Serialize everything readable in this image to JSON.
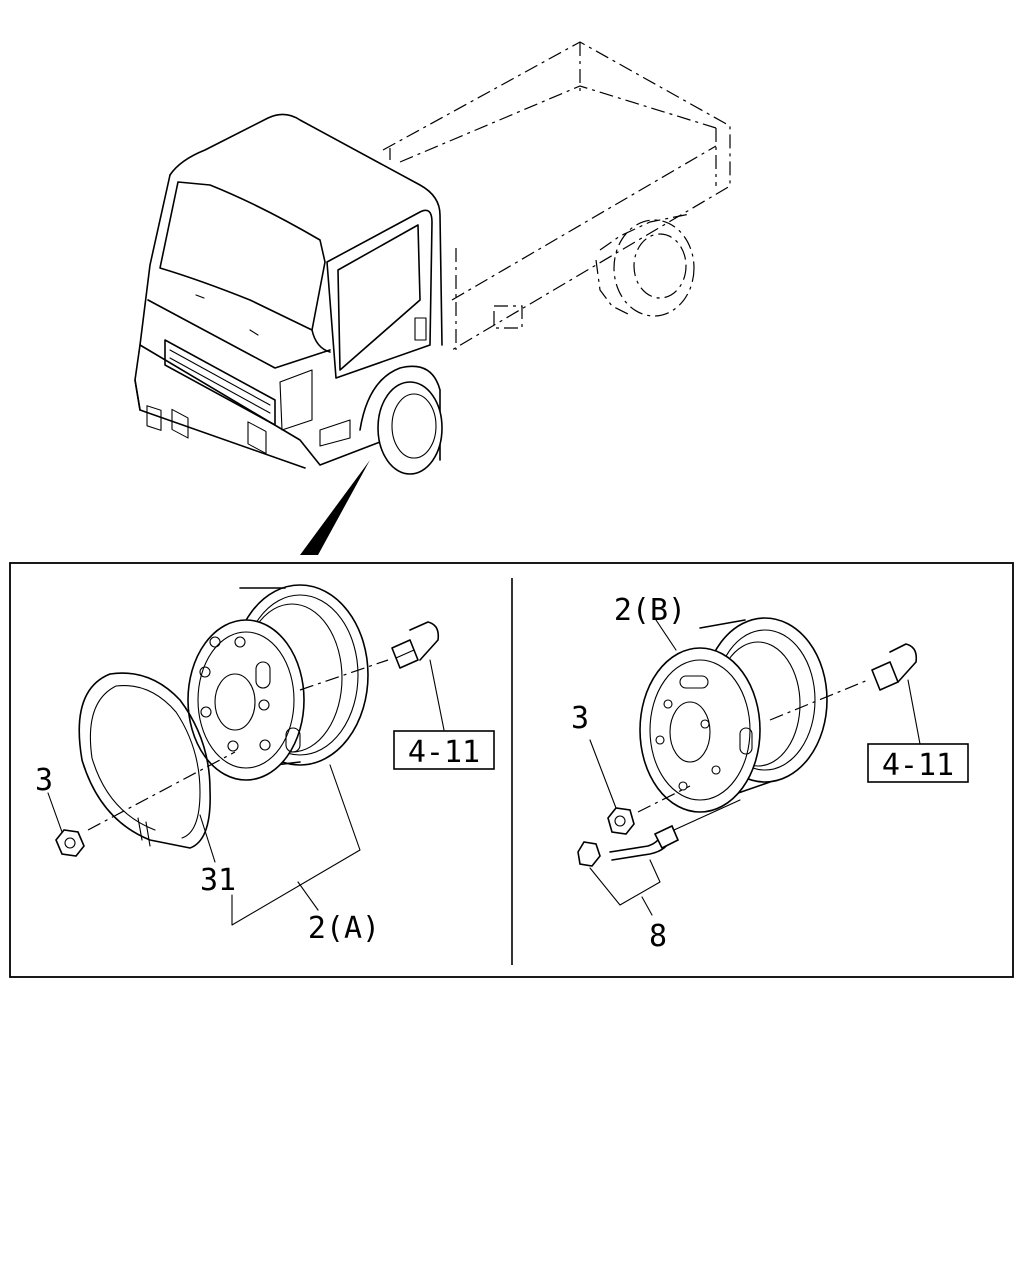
{
  "panel_a": {
    "callouts": {
      "ref": "4-11",
      "nut": "3",
      "rim_ring": "31",
      "wheel": "2(A)"
    }
  },
  "panel_b": {
    "callouts": {
      "wheel": "2(B)",
      "ref": "4-11",
      "nut": "3",
      "valve": "8"
    }
  }
}
